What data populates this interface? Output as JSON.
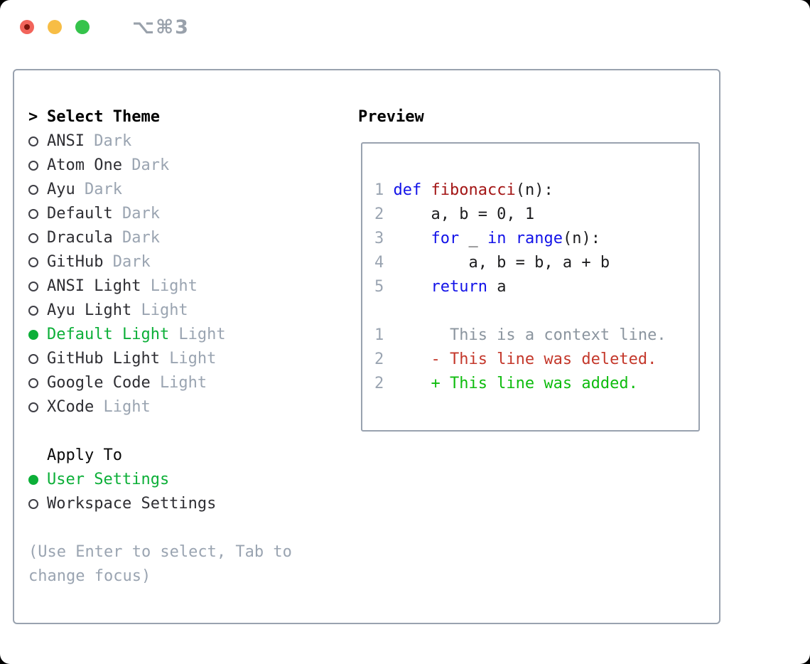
{
  "window": {
    "shortcut": "⌥⌘3",
    "traffic_lights": [
      "close",
      "minimize",
      "zoom"
    ]
  },
  "colors": {
    "accent": "#0caf38",
    "keyword": "#1212e8",
    "function": "#a31515",
    "deleted": "#c4382b",
    "added": "#0ebc0e",
    "muted": "#9aa4b1",
    "context": "#8b959f",
    "border": "#99a2af"
  },
  "theme_picker": {
    "prompt": ">",
    "title": "Select Theme",
    "items": [
      {
        "name": "ANSI",
        "variant": "Dark",
        "selected": false
      },
      {
        "name": "Atom One",
        "variant": "Dark",
        "selected": false
      },
      {
        "name": "Ayu",
        "variant": "Dark",
        "selected": false
      },
      {
        "name": "Default",
        "variant": "Dark",
        "selected": false
      },
      {
        "name": "Dracula",
        "variant": "Dark",
        "selected": false
      },
      {
        "name": "GitHub",
        "variant": "Dark",
        "selected": false
      },
      {
        "name": "ANSI Light",
        "variant": "Light",
        "selected": false
      },
      {
        "name": "Ayu Light",
        "variant": "Light",
        "selected": false
      },
      {
        "name": "Default Light",
        "variant": "Light",
        "selected": true
      },
      {
        "name": "GitHub Light",
        "variant": "Light",
        "selected": false
      },
      {
        "name": "Google Code",
        "variant": "Light",
        "selected": false
      },
      {
        "name": "XCode",
        "variant": "Light",
        "selected": false
      }
    ],
    "apply_to": {
      "title": "Apply To",
      "options": [
        {
          "label": "User Settings",
          "selected": true
        },
        {
          "label": "Workspace Settings",
          "selected": false
        }
      ]
    },
    "help": "(Use Enter to select, Tab to change focus)"
  },
  "preview": {
    "title": "Preview",
    "code_lines": [
      {
        "num": "1",
        "tokens": [
          {
            "t": "def",
            "c": "keyword"
          },
          {
            "t": " ",
            "c": "plain"
          },
          {
            "t": "fibonacci",
            "c": "function"
          },
          {
            "t": "(n):",
            "c": "plain"
          }
        ]
      },
      {
        "num": "2",
        "tokens": [
          {
            "t": "    a, b = 0, 1",
            "c": "plain"
          }
        ]
      },
      {
        "num": "3",
        "tokens": [
          {
            "t": "    ",
            "c": "plain"
          },
          {
            "t": "for",
            "c": "keyword"
          },
          {
            "t": " _ ",
            "c": "plain"
          },
          {
            "t": "in",
            "c": "keyword"
          },
          {
            "t": " ",
            "c": "plain"
          },
          {
            "t": "range",
            "c": "keyword"
          },
          {
            "t": "(n):",
            "c": "plain"
          }
        ]
      },
      {
        "num": "4",
        "tokens": [
          {
            "t": "        a, b = b, a + b",
            "c": "plain"
          }
        ]
      },
      {
        "num": "5",
        "tokens": [
          {
            "t": "    ",
            "c": "plain"
          },
          {
            "t": "return",
            "c": "keyword"
          },
          {
            "t": " a",
            "c": "plain"
          }
        ]
      }
    ],
    "diff_lines": [
      {
        "num": "1",
        "tokens": [
          {
            "t": "      This is a context line.",
            "c": "context"
          }
        ]
      },
      {
        "num": "2",
        "tokens": [
          {
            "t": "    - This line was deleted.",
            "c": "deleted"
          }
        ]
      },
      {
        "num": "2",
        "tokens": [
          {
            "t": "    + This line was added.",
            "c": "added"
          }
        ]
      }
    ]
  }
}
